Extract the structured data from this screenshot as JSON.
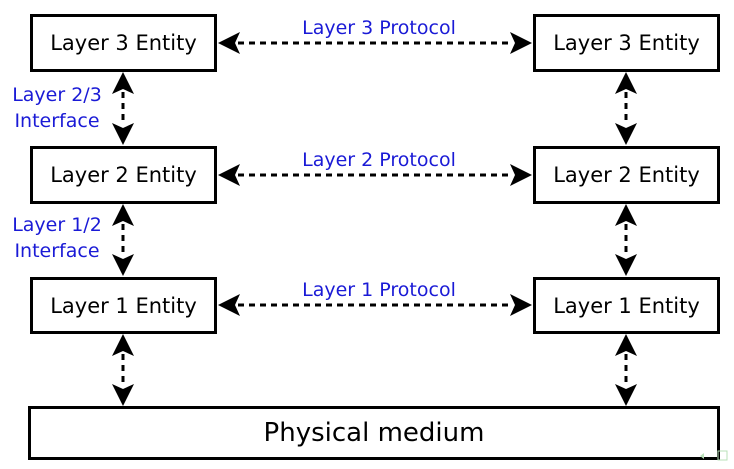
{
  "colors": {
    "label": "#1a1ad6",
    "stroke": "#000000"
  },
  "entities": {
    "left": [
      "Layer 3 Entity",
      "Layer 2 Entity",
      "Layer 1 Entity"
    ],
    "right": [
      "Layer 3 Entity",
      "Layer 2 Entity",
      "Layer 1 Entity"
    ]
  },
  "protocols": [
    "Layer 3 Protocol",
    "Layer 2 Protocol",
    "Layer 1 Protocol"
  ],
  "interfaces": [
    {
      "line1": "Layer 2/3",
      "line2": "Interface"
    },
    {
      "line1": "Layer 1/2",
      "line2": "Interface"
    }
  ],
  "medium": "Physical medium"
}
